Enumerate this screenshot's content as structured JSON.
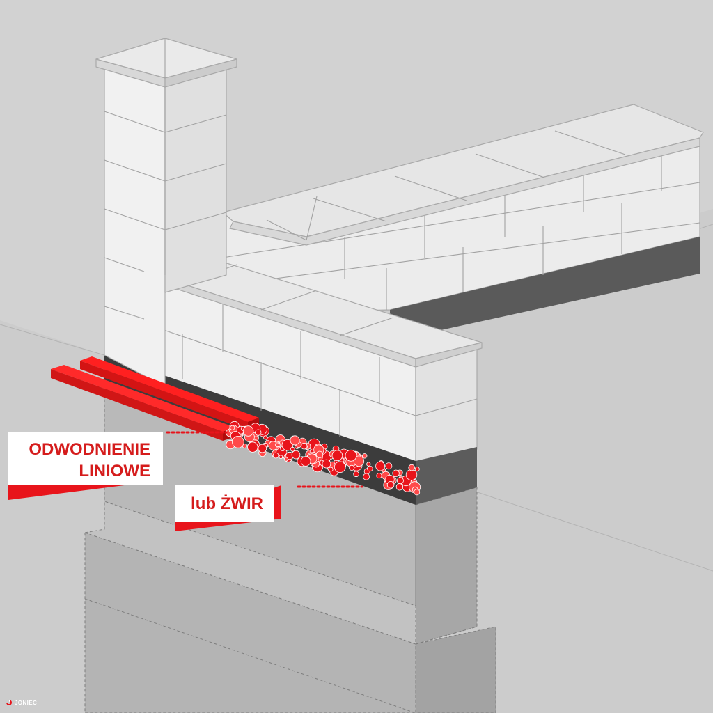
{
  "labels": {
    "drain": {
      "line1": "ODWODNIENIE",
      "line2": "LINIOWE"
    },
    "gravel": "lub ŻWIR"
  },
  "logo": {
    "text": "JONIEC",
    "icon": "joniec-logo-icon"
  },
  "colors": {
    "accent": "#e8141b",
    "background": "#d2d2d2",
    "wall": "#ededed",
    "plinth": "#444444",
    "foundation": "#b8b8b8"
  }
}
